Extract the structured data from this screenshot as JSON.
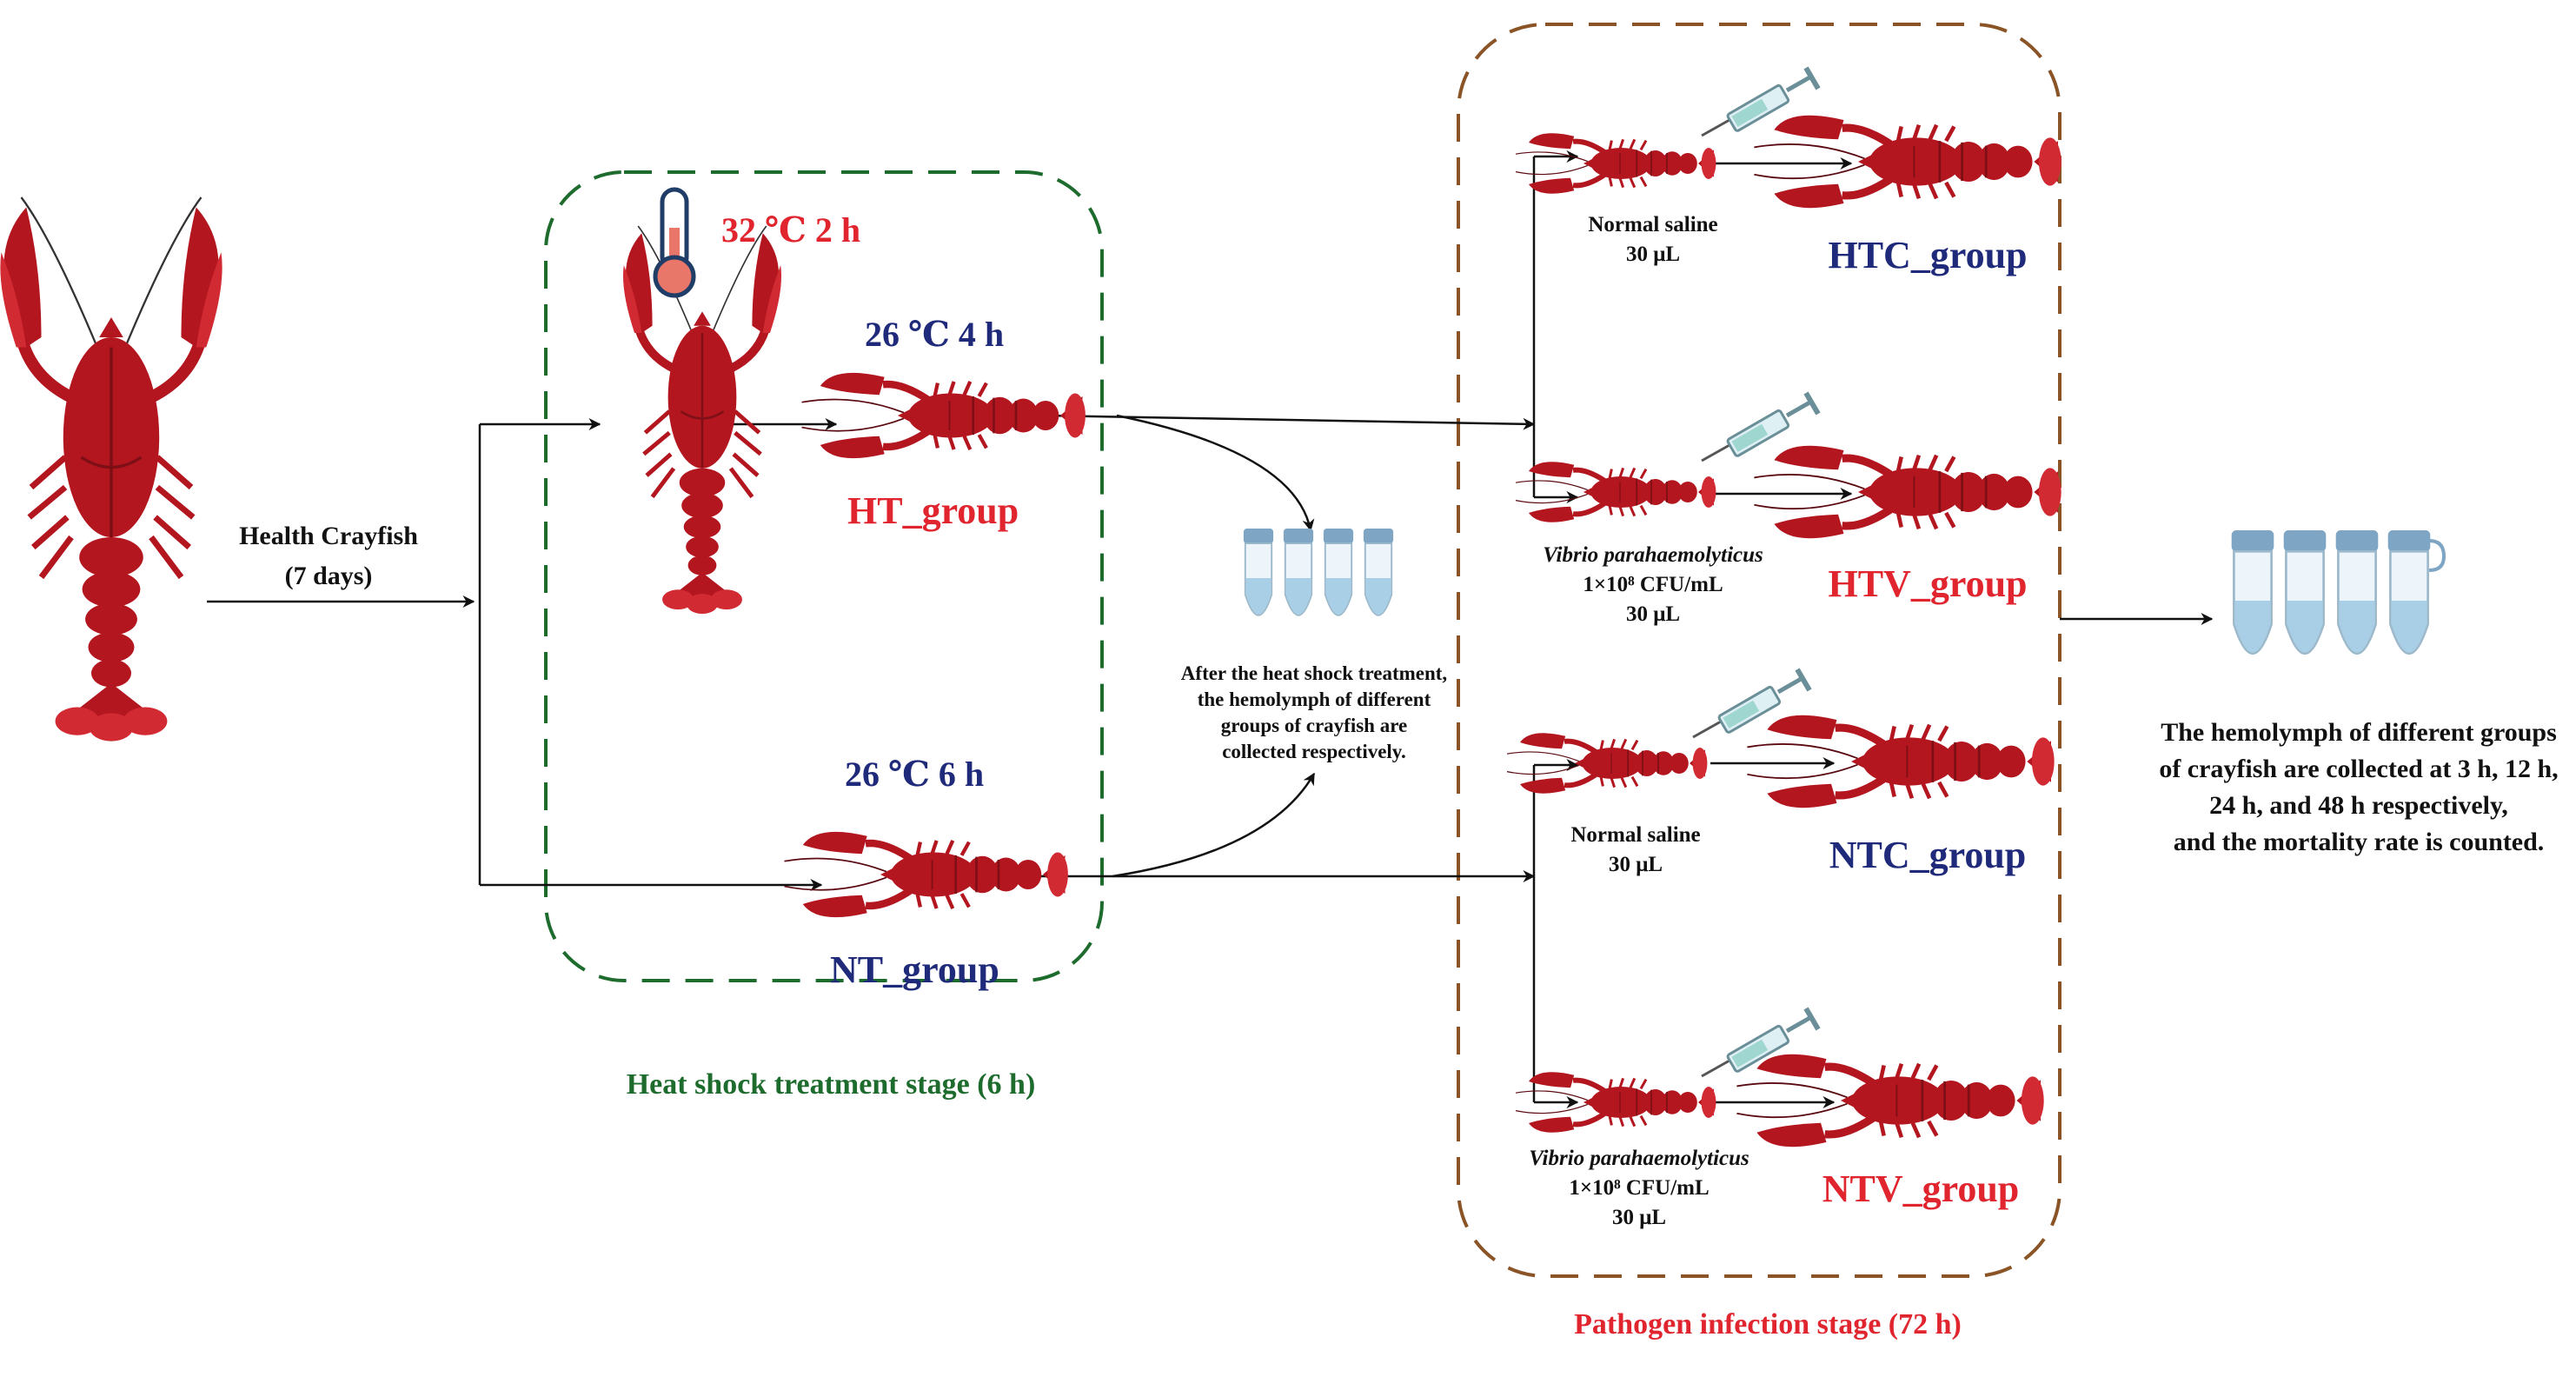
{
  "colors": {
    "crayfish": "#b3161f",
    "crayfish_dark": "#7e0f16",
    "red_text": "#e0252f",
    "blue_text": "#1f2a7a",
    "green_border": "#1e6b2e",
    "brown_border": "#8a5426",
    "tube_liquid": "#a9cfe6",
    "tube_cap": "#7ea6c4"
  },
  "labels": {
    "health_crayfish": "Health Crayfish",
    "seven_days": "(7  days)",
    "heat_temp": "32 ℃ 2 h",
    "ht_temp": "26 ℃ 4 h",
    "nt_temp": "26 ℃ 6 h",
    "ht_group": "HT_group",
    "nt_group": "NT_group",
    "heat_stage": "Heat shock treatment stage  (6 h)",
    "pathogen_stage": "Pathogen infection stage (72 h)",
    "mid_note": [
      "After the heat shock treatment,",
      "the hemolymph of different",
      "groups of crayfish are",
      "collected respectively."
    ],
    "final_note": [
      "The hemolymph of different groups",
      "of crayfish are collected at 3 h, 12 h,",
      "24 h, and 48 h respectively,",
      "and the mortality rate is counted."
    ]
  },
  "injections": [
    {
      "line1": "Normal saline",
      "line1_italic": false,
      "line2": "30 μL",
      "line3": "",
      "group": "HTC_group",
      "group_color": "blue"
    },
    {
      "line1": "Vibrio parahaemolyticus",
      "line1_italic": true,
      "line2": "1×10⁸ CFU/mL",
      "line3": "30 μL",
      "group": "HTV_group",
      "group_color": "red"
    },
    {
      "line1": "Normal saline",
      "line1_italic": false,
      "line2": "30 μL",
      "line3": "",
      "group": "NTC_group",
      "group_color": "blue"
    },
    {
      "line1": "Vibrio parahaemolyticus",
      "line1_italic": true,
      "line2": "1×10⁸ CFU/mL",
      "line3": "30 μL",
      "group": "NTV_group",
      "group_color": "red"
    }
  ],
  "icons": [
    "crayfish-icon",
    "thermometer-icon",
    "syringe-icon",
    "sample-tubes-icon"
  ]
}
